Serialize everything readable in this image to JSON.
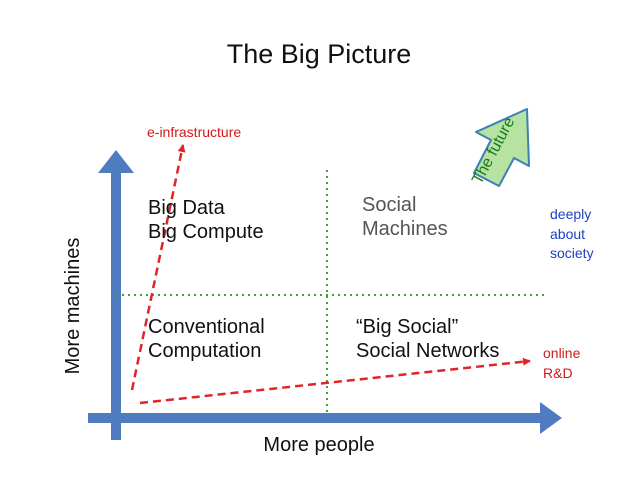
{
  "title": "The Big Picture",
  "axes": {
    "x_label": "More people",
    "y_label": "More machines"
  },
  "quadrants": {
    "top_left": [
      "Big Data",
      "Big Compute"
    ],
    "top_right": [
      "Social",
      "Machines"
    ],
    "bottom_left": [
      "Conventional",
      "Computation"
    ],
    "bottom_right": [
      "“Big Social”",
      "Social Networks"
    ]
  },
  "annotations": {
    "e_infrastructure": "e-infrastructure",
    "deeply_about_society": [
      "deeply",
      "about",
      "society"
    ],
    "online_rnd": [
      "online",
      "R&D"
    ],
    "the_future": "The future"
  },
  "colors": {
    "axis": "#4f7cc0",
    "red_arrow": "#e0242a",
    "green_divider": "#3aa23a",
    "future_fill": "#b7e3a2",
    "future_stroke": "#3d7fb8",
    "blue_text": "#1f3fbf"
  }
}
